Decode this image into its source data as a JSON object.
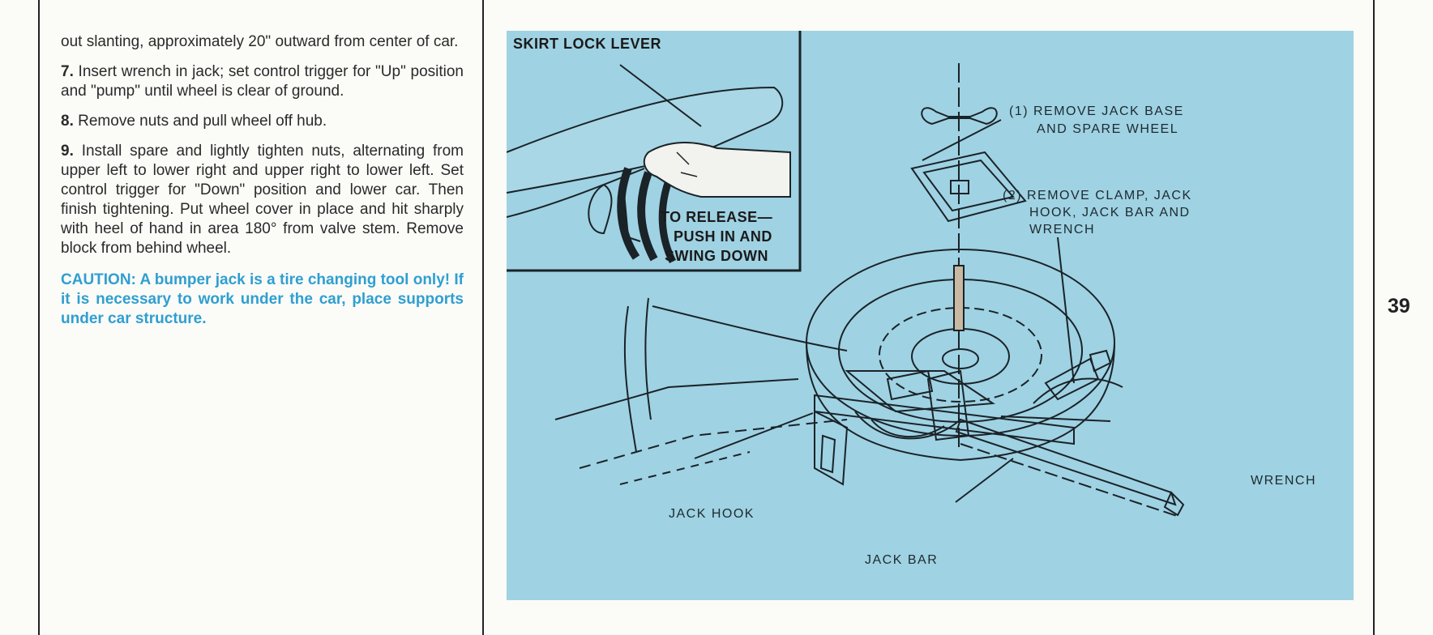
{
  "left_column": {
    "para_intro": "out slanting, approximately 20\" outward from center of car.",
    "step7": {
      "num": "7.",
      "text": "Insert wrench in jack; set control trigger for \"Up\" position and \"pump\" until wheel is clear of ground."
    },
    "step8": {
      "num": "8.",
      "text": "Remove nuts and pull wheel off hub."
    },
    "step9": {
      "num": "9.",
      "text": "Install spare and lightly tighten nuts, alternating from upper left to lower right and upper right to lower left. Set control trigger for \"Down\" position and lower car. Then finish tightening. Put wheel cover in place and hit sharply with heel of hand in area 180° from valve stem. Remove block from behind wheel."
    },
    "caution": "CAUTION: A bumper jack is a tire changing tool only! If it is necessary to work under the car, place supports under car structure."
  },
  "page_number": "39",
  "figure": {
    "inset_title": "SKIRT LOCK LEVER",
    "inset_release_line1": "TO RELEASE—",
    "inset_release_line2": "PUSH IN AND",
    "inset_release_line3": "SWING DOWN",
    "step1_line1": "(1) REMOVE JACK BASE",
    "step1_line2": "AND SPARE WHEEL",
    "step2_line1": "(2) REMOVE CLAMP, JACK",
    "step2_line2": "HOOK, JACK BAR AND",
    "step2_line3": "WRENCH",
    "label_wrench": "WRENCH",
    "label_jack_hook": "JACK HOOK",
    "label_jack_bar": "JACK BAR",
    "colors": {
      "figure_bg": "#9fd2e3",
      "caution_text": "#2f9fd1",
      "line_art": "#1a2328"
    }
  }
}
